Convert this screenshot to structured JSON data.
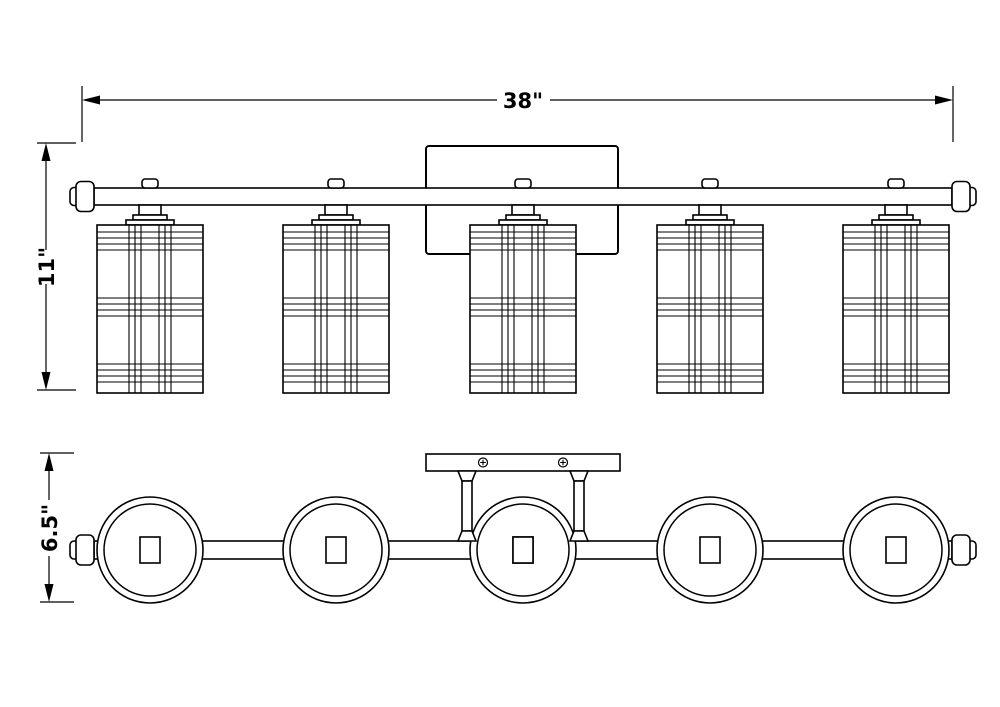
{
  "drawing": {
    "dimensions": {
      "width_label": "38\"",
      "height_label": "11\"",
      "depth_label": "6.5\""
    },
    "colors": {
      "background": "#ffffff",
      "line": "#000000"
    }
  }
}
